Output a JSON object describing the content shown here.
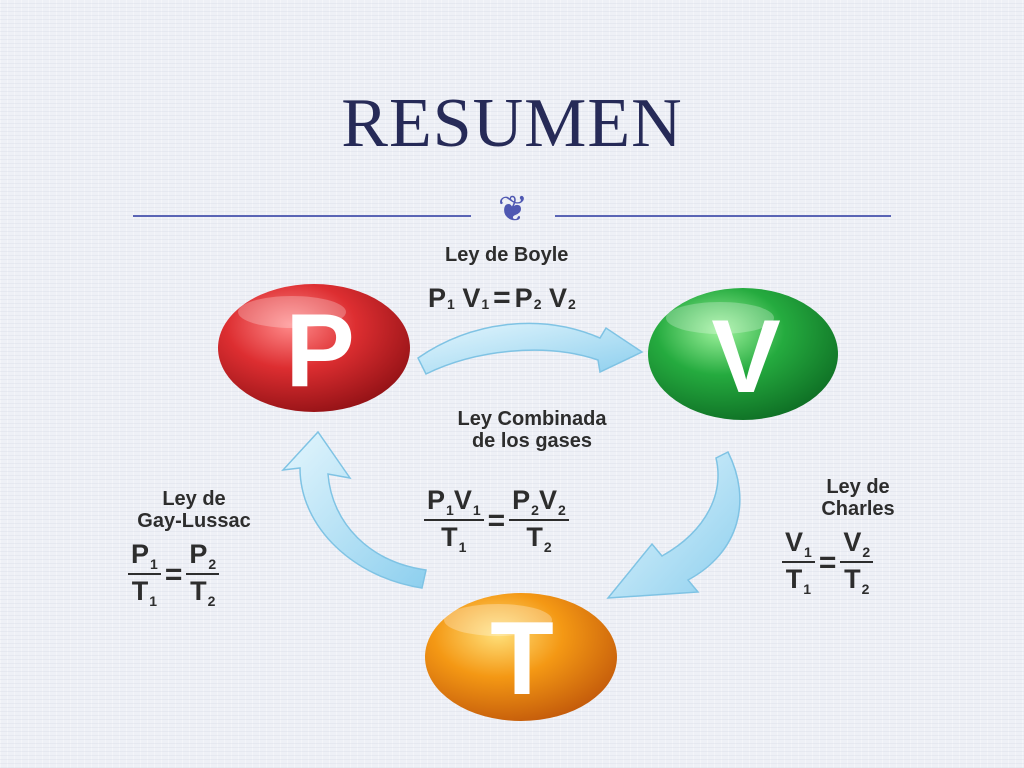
{
  "slide": {
    "title": "RESUMEN"
  },
  "nodes": {
    "p": {
      "letter": "P",
      "color": "#d42a2d"
    },
    "v": {
      "letter": "V",
      "color": "#21a83c"
    },
    "t": {
      "letter": "T",
      "color": "#f29612"
    }
  },
  "boyle": {
    "label": "Ley de Boyle"
  },
  "combined": {
    "label_line1": "Ley Combinada",
    "label_line2": "de los gases"
  },
  "charles": {
    "label_line1": "Ley de",
    "label_line2": "Charles"
  },
  "gay_lussac": {
    "label_line1": "Ley de",
    "label_line2": "Gay-Lussac"
  },
  "sym": {
    "P": "P",
    "V": "V",
    "T": "T",
    "PV": "PV",
    "VV": "VV",
    "TT": "TT",
    "s1": "1",
    "s2": "2",
    "eq": "="
  },
  "colors": {
    "title": "#262a57",
    "rule": "#5a64b5",
    "arrow": "#a9ddf3"
  }
}
